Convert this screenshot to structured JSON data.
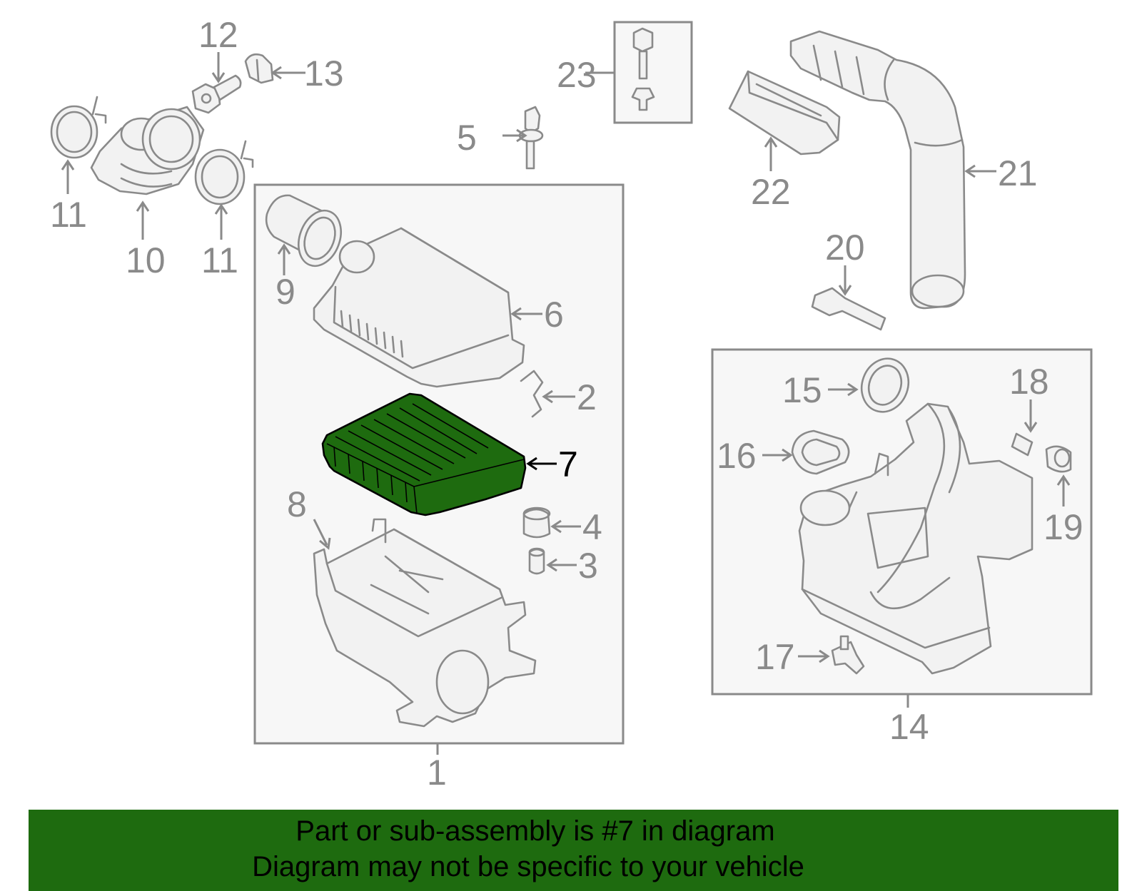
{
  "callouts": {
    "n1": "1",
    "n2": "2",
    "n3": "3",
    "n4": "4",
    "n5": "5",
    "n6": "6",
    "n7": "7",
    "n8": "8",
    "n9": "9",
    "n10": "10",
    "n11a": "11",
    "n11b": "11",
    "n12": "12",
    "n13": "13",
    "n14": "14",
    "n15": "15",
    "n16": "16",
    "n17": "17",
    "n18": "18",
    "n19": "19",
    "n20": "20",
    "n21": "21",
    "n22": "22",
    "n23": "23"
  },
  "highlighted_part": "7",
  "colors": {
    "highlight": "#1e6b0f",
    "line": "#8a8a8a"
  },
  "banner": {
    "line1": "Part or sub-assembly is #7 in diagram",
    "line2": "Diagram may not be specific to your vehicle"
  }
}
